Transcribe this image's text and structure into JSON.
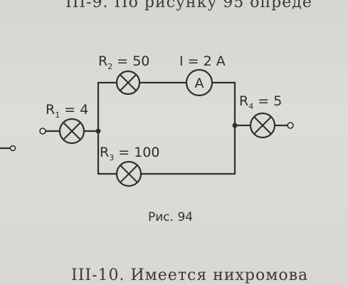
{
  "top_cut_text": "III-9. По рисунку 95 опреде",
  "bottom_cut_text": "III-10. Имеется нихромова",
  "figure_caption": "Рис. 94",
  "labels": {
    "r1": {
      "letter": "R",
      "sub": "1",
      "rest": " = 4"
    },
    "r2": {
      "letter": "R",
      "sub": "2",
      "rest": " = 50"
    },
    "r3": {
      "letter": "R",
      "sub": "3",
      "rest": " = 100"
    },
    "r4": {
      "letter": "R",
      "sub": "4",
      "rest": " = 5"
    },
    "current": "I = 2 A",
    "ammeter_symbol": "A"
  }
}
